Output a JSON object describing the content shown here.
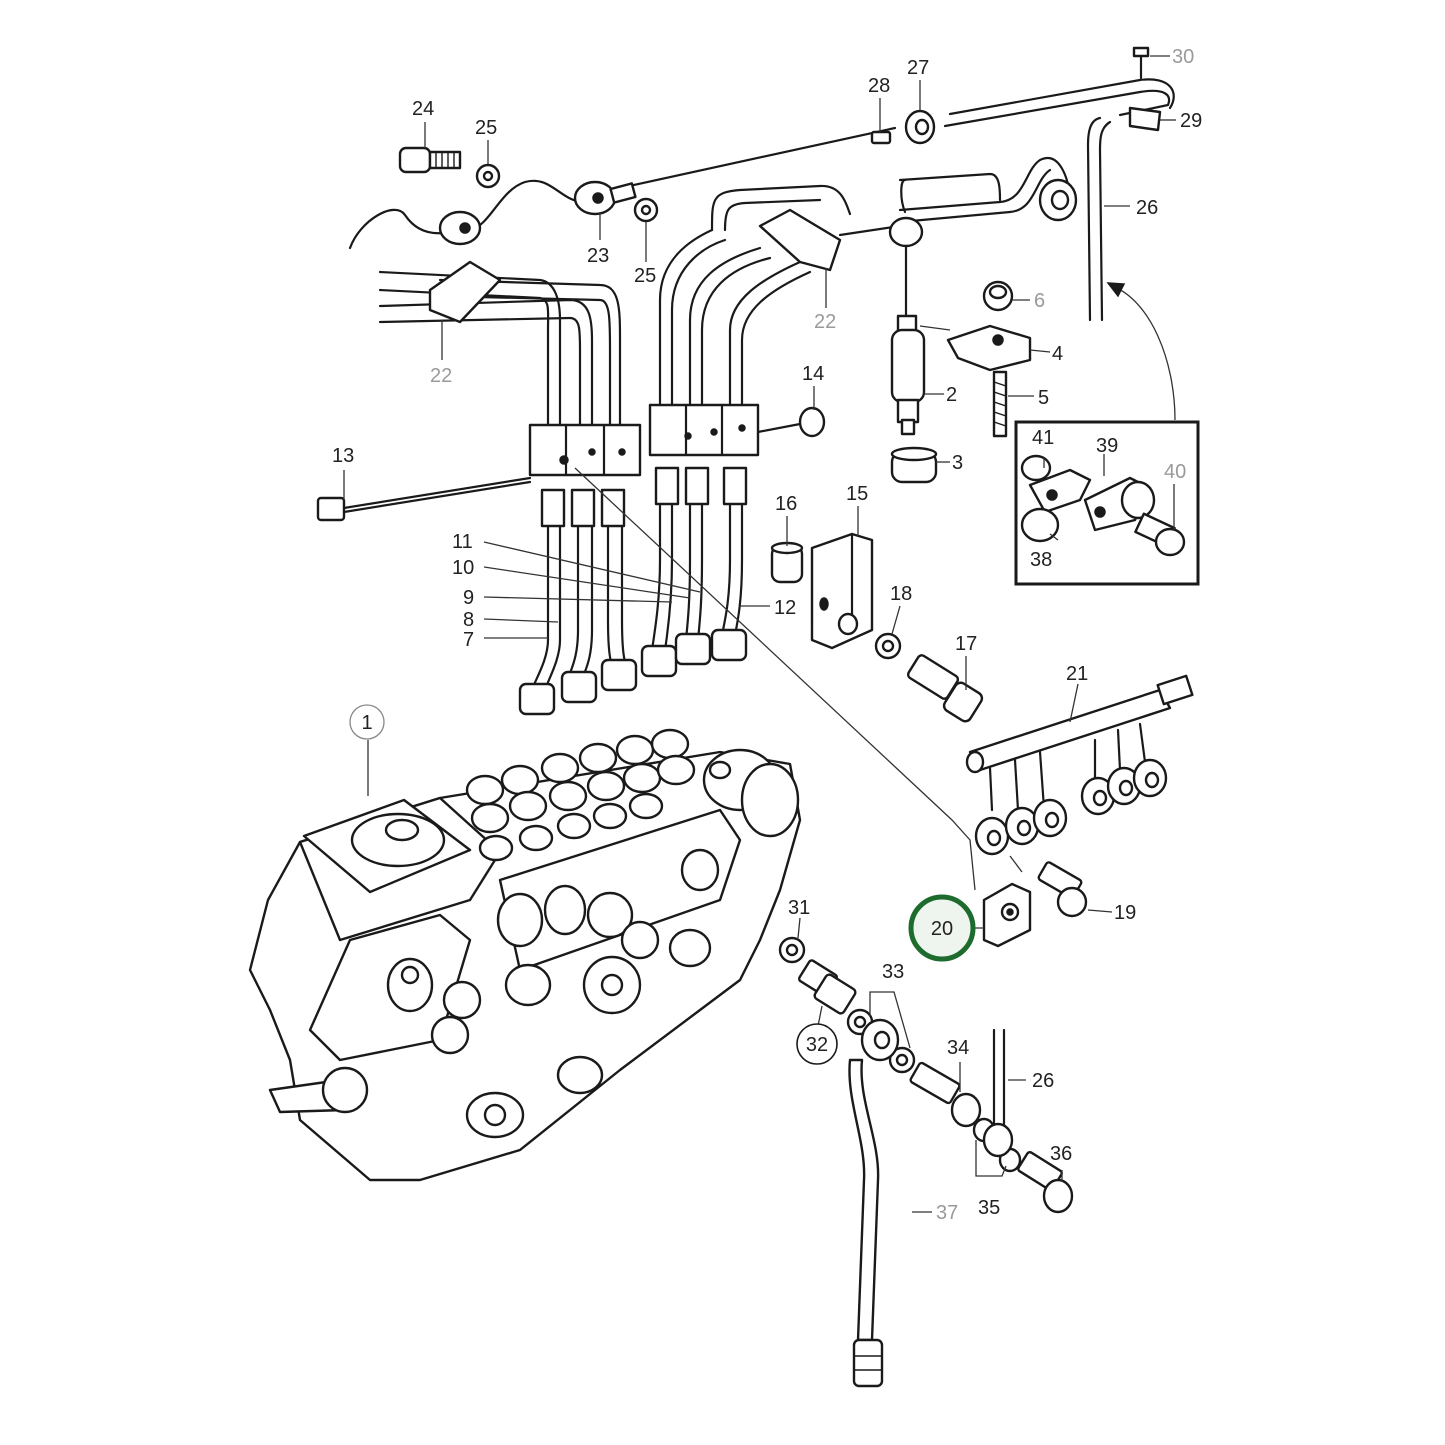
{
  "callouts": [
    {
      "id": "1",
      "text": "1",
      "style": "circled-thin"
    },
    {
      "id": "2",
      "text": "2",
      "style": "plain"
    },
    {
      "id": "3",
      "text": "3",
      "style": "plain"
    },
    {
      "id": "4",
      "text": "4",
      "style": "plain"
    },
    {
      "id": "5",
      "text": "5",
      "style": "plain"
    },
    {
      "id": "6",
      "text": "6",
      "style": "grey"
    },
    {
      "id": "7",
      "text": "7",
      "style": "plain"
    },
    {
      "id": "8",
      "text": "8",
      "style": "plain"
    },
    {
      "id": "9",
      "text": "9",
      "style": "plain"
    },
    {
      "id": "10",
      "text": "10",
      "style": "plain"
    },
    {
      "id": "11",
      "text": "11",
      "style": "plain"
    },
    {
      "id": "12",
      "text": "12",
      "style": "plain"
    },
    {
      "id": "13",
      "text": "13",
      "style": "plain"
    },
    {
      "id": "14",
      "text": "14",
      "style": "plain"
    },
    {
      "id": "15",
      "text": "15",
      "style": "plain"
    },
    {
      "id": "16",
      "text": "16",
      "style": "plain"
    },
    {
      "id": "17",
      "text": "17",
      "style": "plain"
    },
    {
      "id": "18",
      "text": "18",
      "style": "plain"
    },
    {
      "id": "19",
      "text": "19",
      "style": "plain"
    },
    {
      "id": "20",
      "text": "20",
      "style": "highlighted"
    },
    {
      "id": "21",
      "text": "21",
      "style": "plain"
    },
    {
      "id": "22a",
      "text": "22",
      "style": "grey"
    },
    {
      "id": "22b",
      "text": "22",
      "style": "grey"
    },
    {
      "id": "23",
      "text": "23",
      "style": "plain"
    },
    {
      "id": "24",
      "text": "24",
      "style": "plain"
    },
    {
      "id": "25a",
      "text": "25",
      "style": "plain"
    },
    {
      "id": "25b",
      "text": "25",
      "style": "plain"
    },
    {
      "id": "26a",
      "text": "26",
      "style": "plain"
    },
    {
      "id": "26b",
      "text": "26",
      "style": "plain"
    },
    {
      "id": "27",
      "text": "27",
      "style": "plain"
    },
    {
      "id": "28",
      "text": "28",
      "style": "plain"
    },
    {
      "id": "29",
      "text": "29",
      "style": "plain"
    },
    {
      "id": "30",
      "text": "30",
      "style": "grey"
    },
    {
      "id": "31",
      "text": "31",
      "style": "plain"
    },
    {
      "id": "32",
      "text": "32",
      "style": "circled"
    },
    {
      "id": "33",
      "text": "33",
      "style": "plain"
    },
    {
      "id": "34",
      "text": "34",
      "style": "plain"
    },
    {
      "id": "35",
      "text": "35",
      "style": "plain"
    },
    {
      "id": "36",
      "text": "36",
      "style": "plain"
    },
    {
      "id": "37",
      "text": "37",
      "style": "grey"
    },
    {
      "id": "38",
      "text": "38",
      "style": "plain"
    },
    {
      "id": "39",
      "text": "39",
      "style": "plain"
    },
    {
      "id": "40",
      "text": "40",
      "style": "grey"
    },
    {
      "id": "41",
      "text": "41",
      "style": "plain"
    }
  ],
  "highlight": {
    "part": "20",
    "ring_color": "#1e6b2e",
    "fill_color": "#eef4ee"
  },
  "line_color": "#1a1a1a",
  "grey_label_color": "#9a9a9a"
}
